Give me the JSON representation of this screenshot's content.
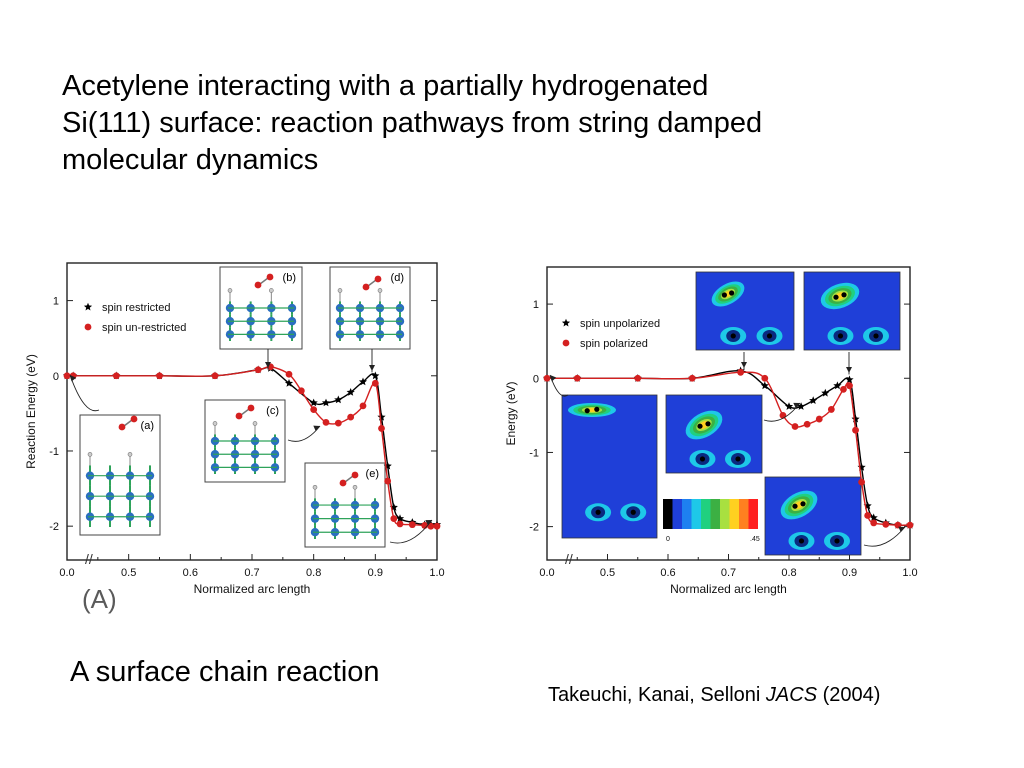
{
  "slide": {
    "title_lines": [
      "Acetylene interacting with a partially hydrogenated",
      "Si(111) surface: reaction pathways from string damped",
      "molecular dynamics"
    ],
    "caption": "A surface chain reaction",
    "credit_authors": "Takeuchi, Kanai, Selloni ",
    "credit_journal": "JACS",
    "credit_year": " (2004)"
  },
  "colors": {
    "restricted": "#000000",
    "unrestricted": "#d42020",
    "lattice_blue": "#2a6fc0",
    "lattice_green": "#2ea35a",
    "density_bg": "#1f3fd8"
  },
  "chart_data": [
    {
      "type": "line",
      "panel_label": "(A)",
      "xlabel": "Normalized arc length",
      "ylabel": "Reaction Energy (eV)",
      "xticks": [
        "0.0",
        "0.5",
        "0.6",
        "0.7",
        "0.8",
        "0.9",
        "1.0"
      ],
      "yticks": [
        "1",
        "0",
        "-1",
        "-2"
      ],
      "ylim": [
        -2.45,
        1.5
      ],
      "xlim": [
        0.4,
        1.0
      ],
      "legend_position": "top-left",
      "series": [
        {
          "name": "spin restricted",
          "marker": "star",
          "x": [
            0.0,
            0.41,
            0.48,
            0.55,
            0.64,
            0.71,
            0.73,
            0.76,
            0.8,
            0.82,
            0.84,
            0.86,
            0.88,
            0.9,
            0.91,
            0.92,
            0.93,
            0.94,
            0.96,
            0.98,
            0.99,
            1.0
          ],
          "y": [
            0.0,
            0.0,
            0.0,
            0.0,
            0.0,
            0.08,
            0.1,
            -0.1,
            -0.36,
            -0.36,
            -0.32,
            -0.22,
            -0.08,
            0.0,
            -0.55,
            -1.2,
            -1.75,
            -1.9,
            -1.95,
            -1.98,
            -1.98,
            -1.98
          ]
        },
        {
          "name": "spin un-restricted",
          "marker": "circle",
          "x": [
            0.0,
            0.41,
            0.48,
            0.55,
            0.64,
            0.71,
            0.73,
            0.76,
            0.78,
            0.8,
            0.82,
            0.84,
            0.86,
            0.88,
            0.9,
            0.91,
            0.92,
            0.93,
            0.94,
            0.96,
            0.98,
            0.99,
            1.0
          ],
          "y": [
            0.0,
            0.0,
            0.0,
            0.0,
            0.0,
            0.08,
            0.12,
            0.02,
            -0.2,
            -0.45,
            -0.62,
            -0.63,
            -0.55,
            -0.4,
            -0.1,
            -0.7,
            -1.4,
            -1.9,
            -1.97,
            -1.98,
            -1.99,
            -2.0,
            -2.0
          ]
        }
      ],
      "insets": [
        "(a)",
        "(b)",
        "(c)",
        "(d)",
        "(e)"
      ]
    },
    {
      "type": "line",
      "xlabel": "Normalized arc length",
      "ylabel": "Energy (eV)",
      "xticks": [
        "0.0",
        "0.5",
        "0.6",
        "0.7",
        "0.8",
        "0.9",
        "1.0"
      ],
      "yticks": [
        "1",
        "0",
        "-1",
        "-2"
      ],
      "ylim": [
        -2.45,
        1.5
      ],
      "xlim": [
        0.4,
        1.0
      ],
      "legend_position": "top-left",
      "colorbar_ticks": [
        "0",
        ".45"
      ],
      "series": [
        {
          "name": "spin unpolarized",
          "marker": "star",
          "x": [
            0.0,
            0.45,
            0.55,
            0.64,
            0.72,
            0.76,
            0.8,
            0.82,
            0.84,
            0.86,
            0.88,
            0.9,
            0.91,
            0.92,
            0.93,
            0.94,
            0.96,
            0.98,
            1.0
          ],
          "y": [
            0.0,
            0.0,
            0.0,
            0.0,
            0.1,
            -0.1,
            -0.38,
            -0.38,
            -0.3,
            -0.2,
            -0.1,
            -0.02,
            -0.55,
            -1.2,
            -1.72,
            -1.88,
            -1.95,
            -1.98,
            -1.98
          ]
        },
        {
          "name": "spin polarized",
          "marker": "circle",
          "x": [
            0.0,
            0.45,
            0.55,
            0.64,
            0.72,
            0.76,
            0.79,
            0.81,
            0.83,
            0.85,
            0.87,
            0.89,
            0.9,
            0.91,
            0.92,
            0.93,
            0.94,
            0.96,
            0.98,
            1.0
          ],
          "y": [
            0.0,
            0.0,
            0.0,
            0.0,
            0.08,
            0.0,
            -0.5,
            -0.65,
            -0.62,
            -0.55,
            -0.42,
            -0.15,
            -0.1,
            -0.7,
            -1.4,
            -1.85,
            -1.95,
            -1.97,
            -1.98,
            -1.98
          ]
        }
      ]
    }
  ]
}
